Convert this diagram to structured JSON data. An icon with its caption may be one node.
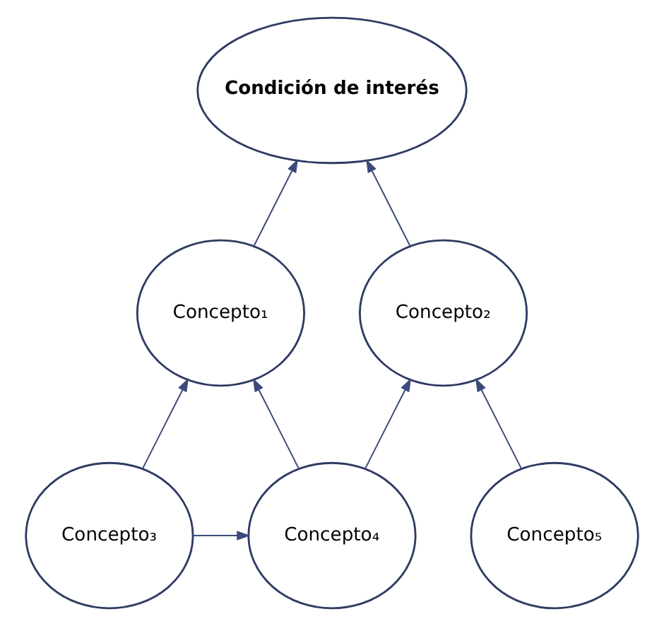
{
  "diagram": {
    "nodes": [
      {
        "text": [
          "Condición de interés"
        ]
      },
      {
        "text": [
          "Concepto₁"
        ]
      },
      {
        "text": [
          "Concepto₂"
        ]
      },
      {
        "text": [
          "Concepto₃"
        ]
      },
      {
        "text": [
          "Concepto₄"
        ]
      },
      {
        "text": [
          "Concepto₅"
        ]
      }
    ],
    "edges": [
      {
        "from": 1,
        "to": 0,
        "arrow": "to"
      },
      {
        "from": 2,
        "to": 0,
        "arrow": "to"
      },
      {
        "from": 3,
        "to": 1,
        "arrow": "to"
      },
      {
        "from": 4,
        "to": 1,
        "arrow": "to"
      },
      {
        "from": 4,
        "to": 2,
        "arrow": "to"
      },
      {
        "from": 5,
        "to": 2,
        "arrow": "to"
      },
      {
        "from": 3,
        "to": 4,
        "arrow": "to"
      }
    ]
  }
}
